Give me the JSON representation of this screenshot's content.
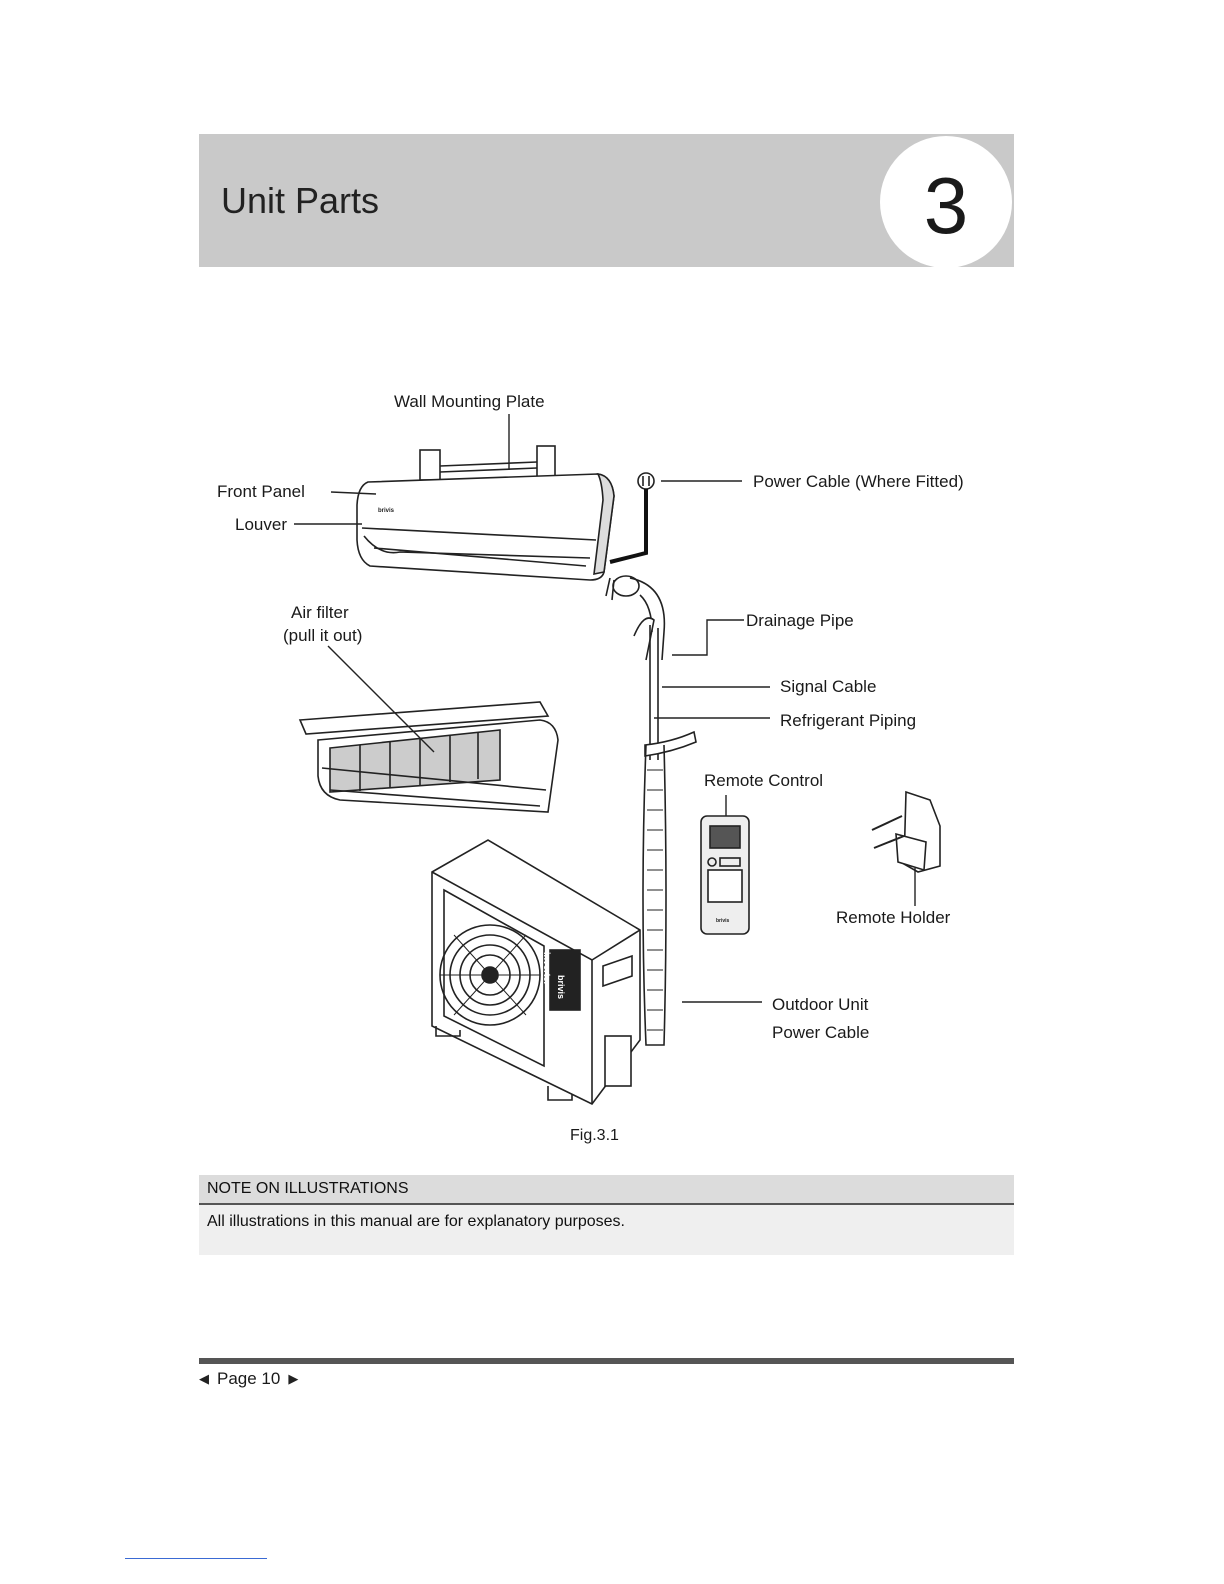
{
  "header": {
    "title": "Unit Parts",
    "chapter_number": "3"
  },
  "figure": {
    "labels": {
      "wall_mounting_plate": "Wall Mounting Plate",
      "front_panel": "Front Panel",
      "louver": "Louver",
      "power_cable": "Power Cable (Where Fitted)",
      "air_filter_line1": "Air filter",
      "air_filter_line2": "(pull it out)",
      "drainage_pipe": "Drainage Pipe",
      "signal_cable": "Signal Cable",
      "refrigerant_piping": "Refrigerant Piping",
      "remote_control": "Remote Control",
      "remote_holder": "Remote Holder",
      "outdoor_unit_line1": "Outdoor Unit",
      "outdoor_unit_line2": "Power Cable"
    },
    "brand_text": "brivis",
    "inverter_text": "inverter",
    "caption": "Fig.3.1"
  },
  "note": {
    "heading": "NOTE ON ILLUSTRATIONS",
    "text": "All illustrations in this manual are for explanatory purposes."
  },
  "footer": {
    "page_label": "Page 10"
  }
}
